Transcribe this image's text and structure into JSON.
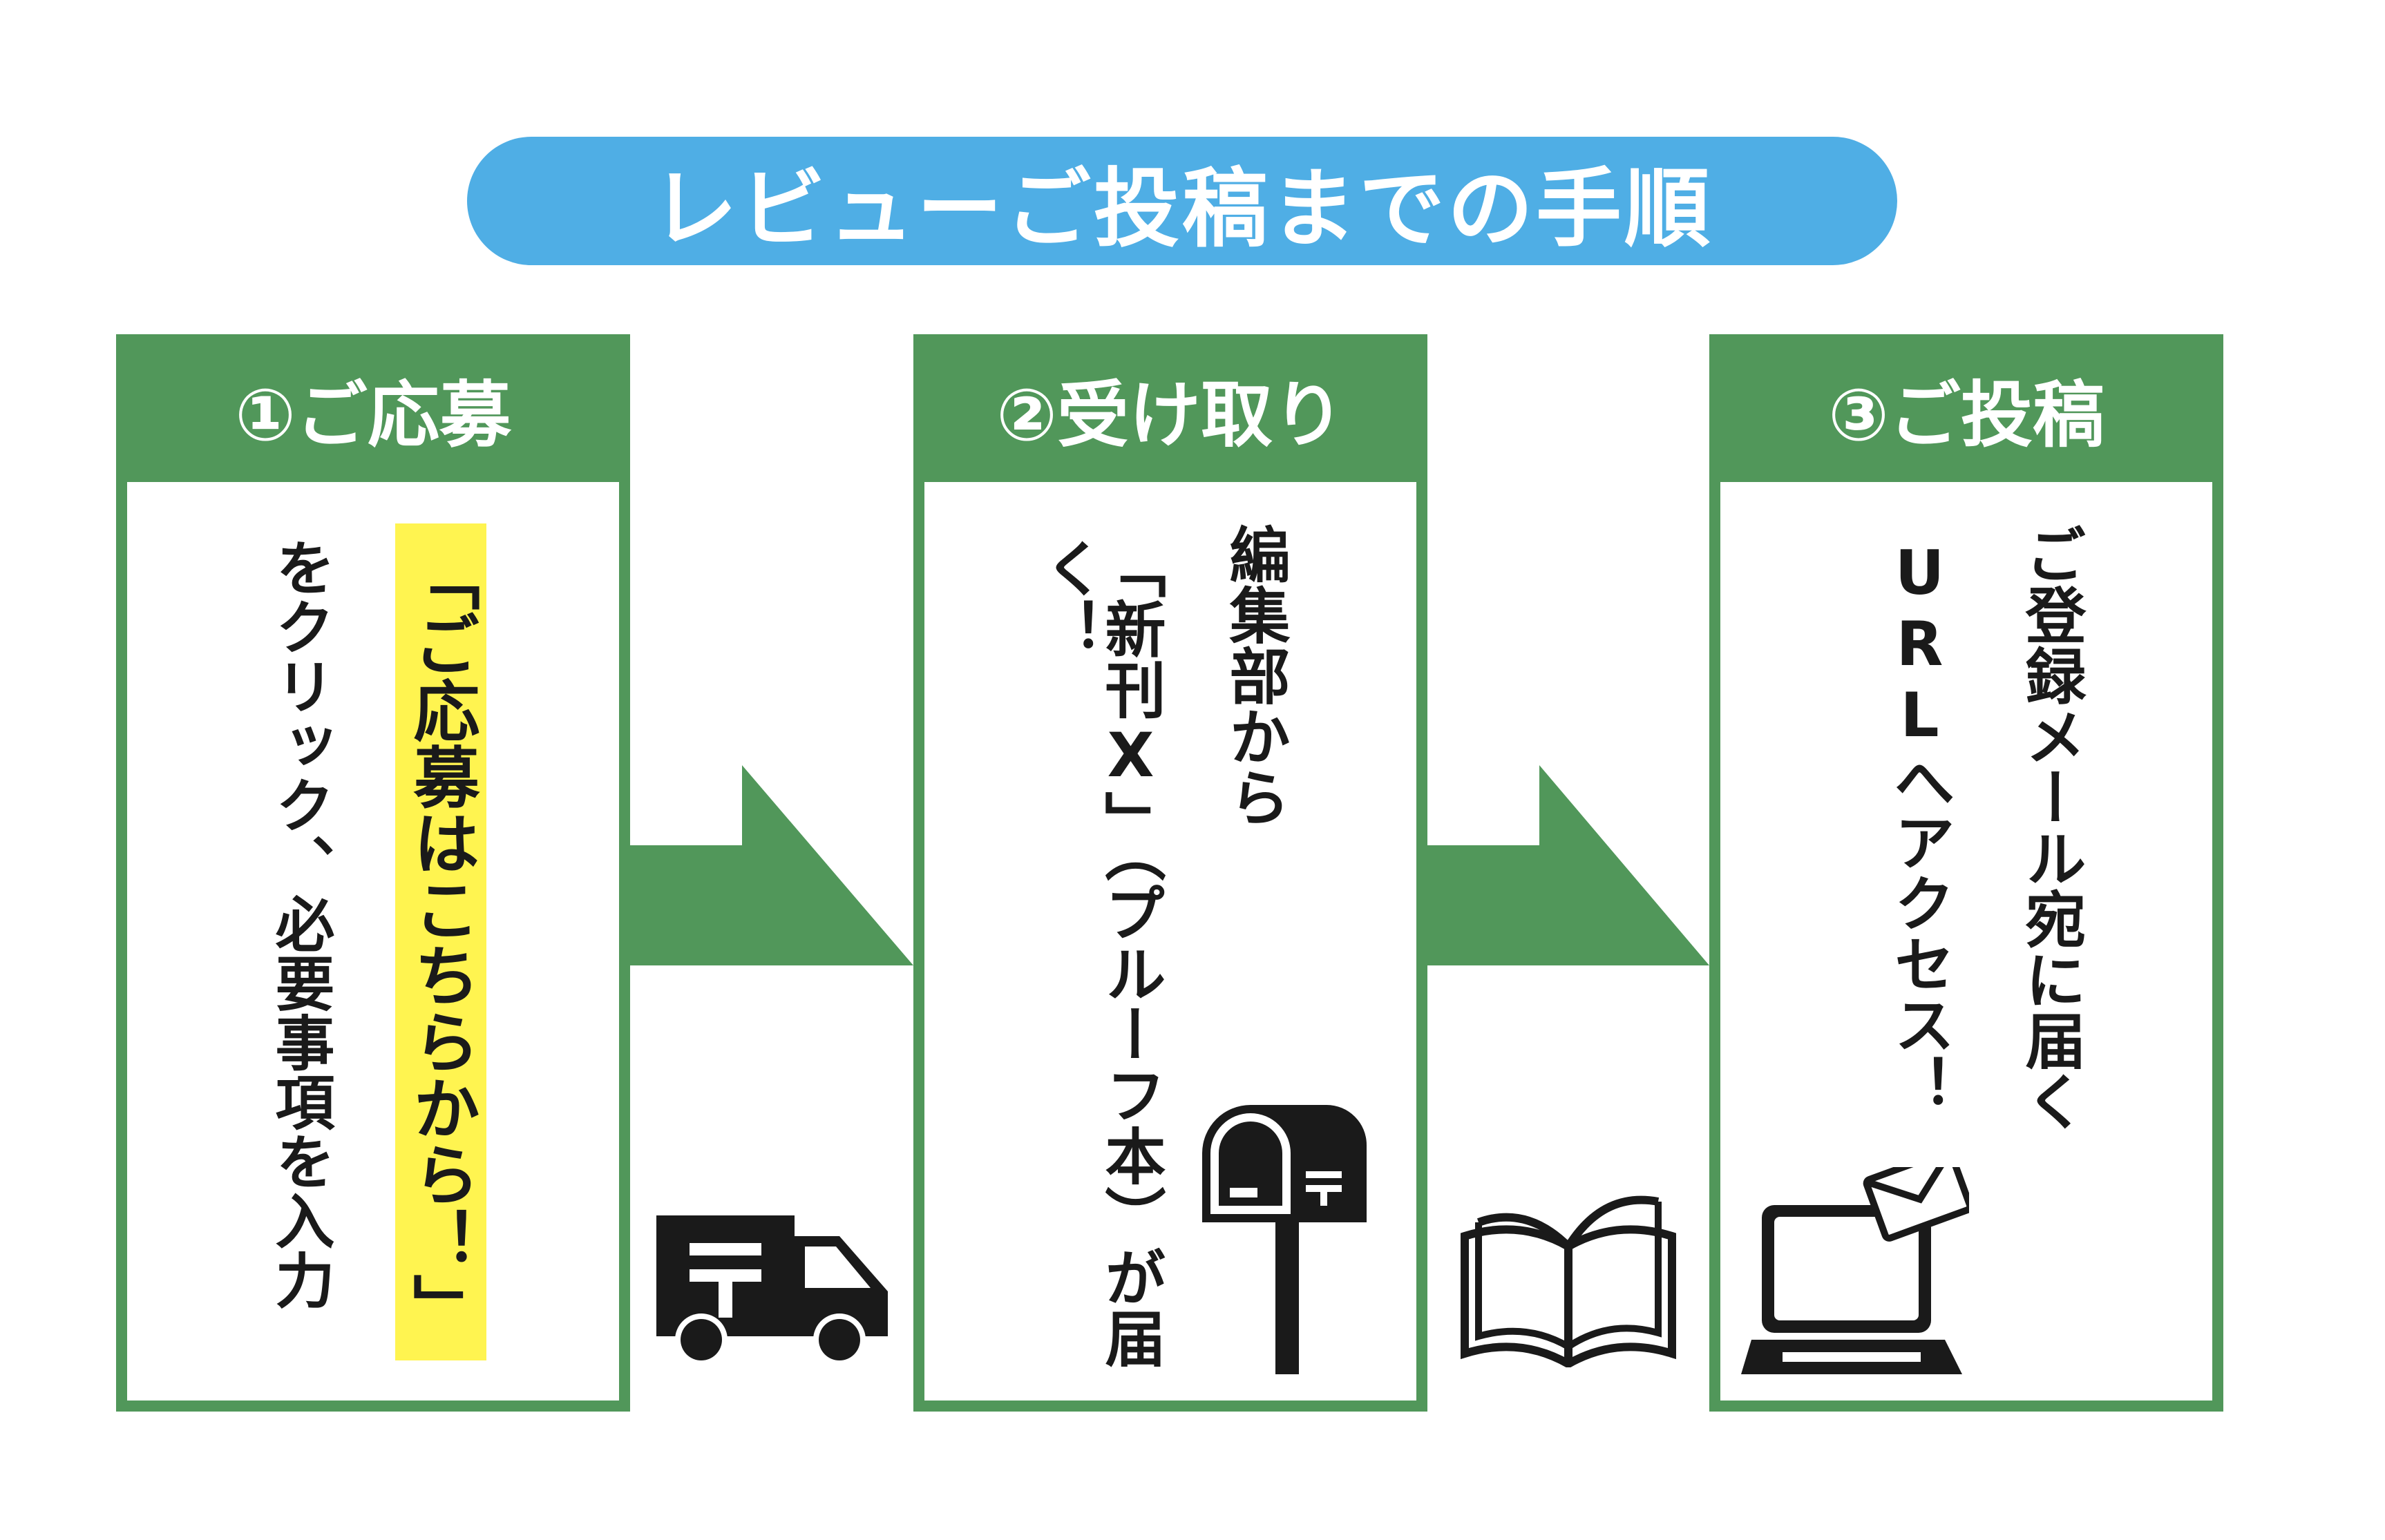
{
  "title": "レビューご投稿までの手順",
  "colors": {
    "title_bg": "#4FAEE5",
    "step_green": "#51975A",
    "highlight": "#FFF450",
    "text": "#1a1a1a"
  },
  "steps": [
    {
      "header": "①ご応募",
      "highlight_text": "「ご応募はこちらから！」",
      "text_line": "をクリック、必要事項を入力",
      "icon": "mail-truck-icon"
    },
    {
      "header": "②受け取り",
      "text_line1": "編集部から",
      "text_line2": "「新刊X」（プルーフ本）が届く！",
      "icon": "mailbox-icon"
    },
    {
      "header": "③ご投稿",
      "text_line1": "ご登録メール宛に届く",
      "text_line2": "URLへアクセス！",
      "icon": "laptop-mail-icon"
    }
  ],
  "between_step_icons": [
    "mail-truck-icon",
    "open-book-icon"
  ]
}
